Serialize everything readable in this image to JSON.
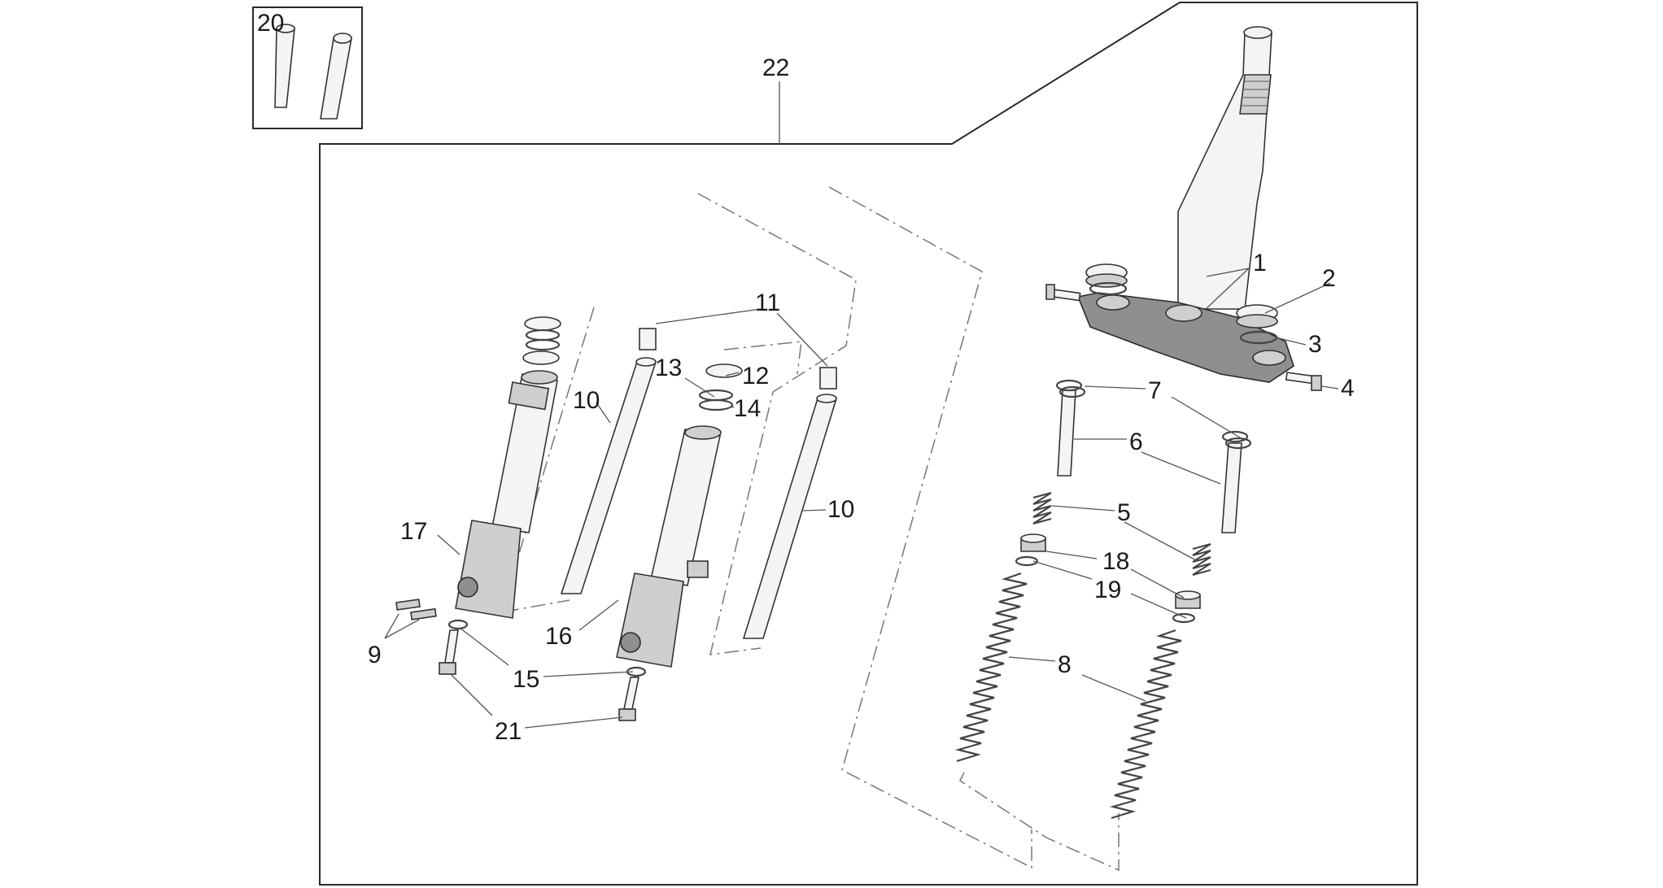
{
  "diagram": {
    "labels": {
      "p1": "1",
      "p2": "2",
      "p3": "3",
      "p4": "4",
      "p5": "5",
      "p6": "6",
      "p7": "7",
      "p8": "8",
      "p9": "9",
      "p10a": "10",
      "p10b": "10",
      "p11": "11",
      "p12": "12",
      "p13": "13",
      "p14": "14",
      "p15": "15",
      "p16": "16",
      "p17": "17",
      "p18": "18",
      "p19": "19",
      "p20": "20",
      "p21": "21",
      "p22": "22"
    }
  }
}
